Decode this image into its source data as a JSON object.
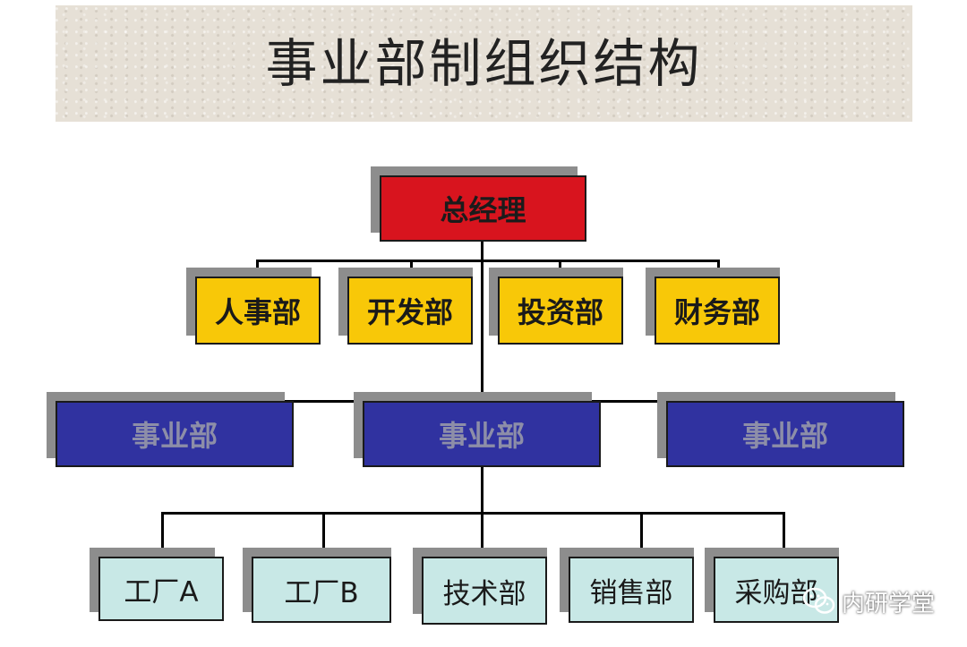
{
  "title": "事业部制组织结构",
  "general_manager": "总经理",
  "departments": [
    "人事部",
    "开发部",
    "投资部",
    "财务部"
  ],
  "business_units": [
    "事业部",
    "事业部",
    "事业部"
  ],
  "sub_units": [
    "工厂A",
    "工厂B",
    "技术部",
    "销售部",
    "采购部"
  ],
  "watermark": "内研学堂",
  "colors": {
    "general_manager": "#d8141e",
    "departments": "#f8c808",
    "business_units": "#3032a0",
    "sub_units": "#c8e8e6",
    "banner": "#e6e0d6"
  }
}
